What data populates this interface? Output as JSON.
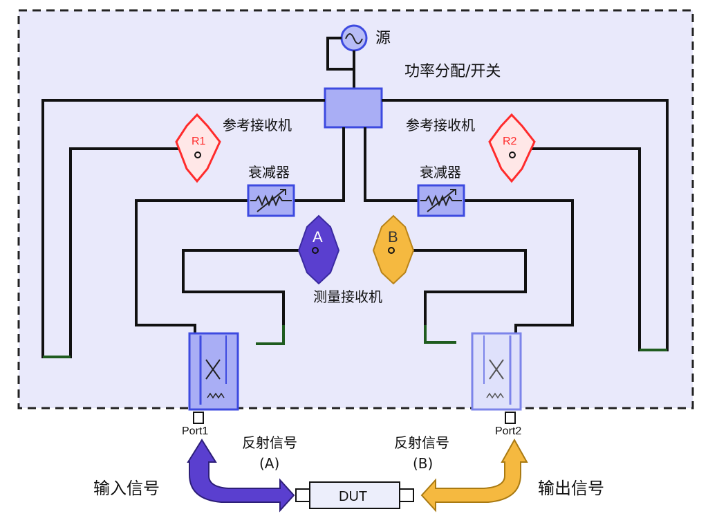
{
  "labels": {
    "source": "源",
    "power_split": "功率分配/开关",
    "ref_receiver_left": "参考接收机",
    "ref_receiver_right": "参考接收机",
    "attenuator_left": "衰减器",
    "attenuator_right": "衰减器",
    "measure_receiver": "测量接收机",
    "r1": "R1",
    "r2": "R2",
    "a": "A",
    "b": "B",
    "port1": "Port1",
    "port2": "Port2",
    "reflect_left": "反射信号",
    "reflect_left_sub": "(A)",
    "reflect_right": "反射信号",
    "reflect_right_sub": "(B)",
    "input_signal": "输入信号",
    "output_signal": "输出信号",
    "dut": "DUT"
  },
  "colors": {
    "panel_fill": "#e9e9fb",
    "line": "#111111",
    "ref_receiver": "#ff2b2b",
    "ref_receiver_fill": "#ffe7e7",
    "receiver_a": "#5a3fcf",
    "receiver_b": "#f5b940",
    "box_fill": "#a9aef5",
    "box_stroke": "#3d4ae0",
    "arrow_input": "#5a3fcf",
    "arrow_output": "#f5b940"
  }
}
